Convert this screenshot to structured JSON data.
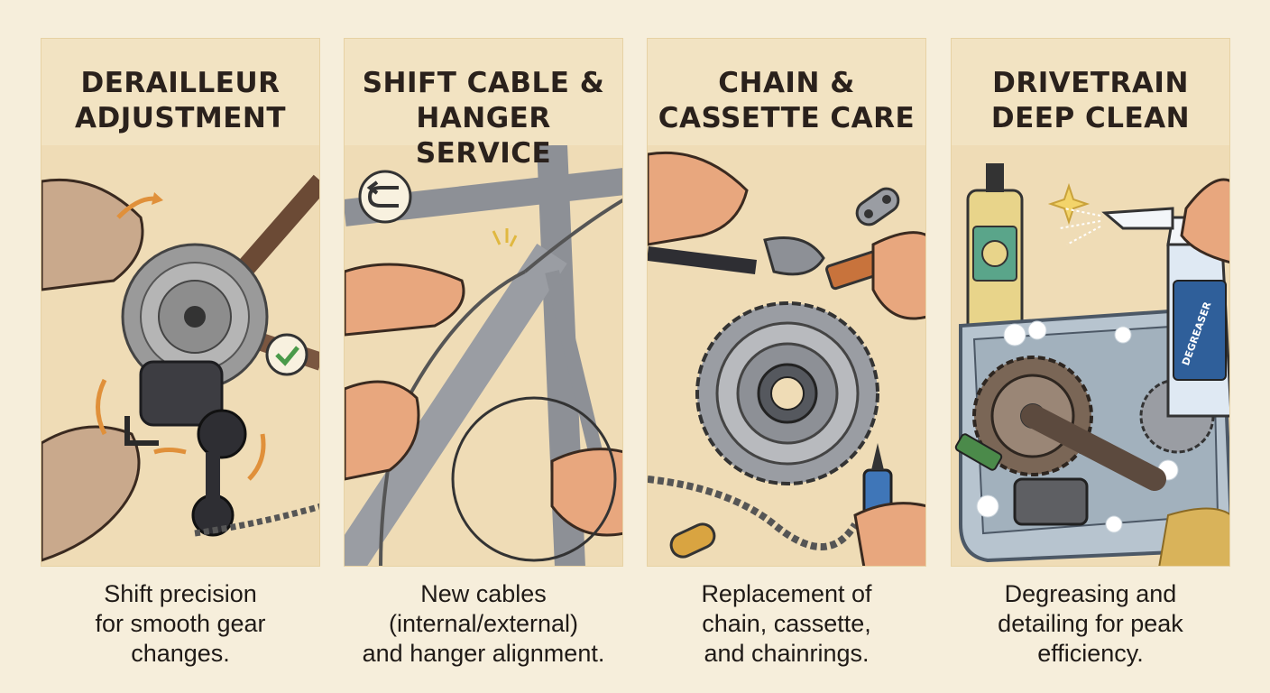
{
  "panels": [
    {
      "title": "DERAILLEUR\nADJUSTMENT",
      "caption": "Shift precision\nfor smooth gear\nchanges.",
      "icons": [
        "gear-icon",
        "wrench-icon",
        "check-icon",
        "arrow-icon"
      ]
    },
    {
      "title": "SHIFT CABLE &\nHANGER SERVICE",
      "caption": "New cables\n(internal/external)\nand hanger alignment.",
      "icons": [
        "u-turn-arrow-icon",
        "cable-icon",
        "bike-frame-icon"
      ]
    },
    {
      "title": "CHAIN &\nCASSETTE CARE",
      "caption": "Replacement of\nchain, cassette,\nand chainrings.",
      "icons": [
        "chain-link-icon",
        "cassette-icon",
        "lube-bottle-icon"
      ]
    },
    {
      "title": "DRIVETRAIN\nDEEP CLEAN",
      "caption": "Degreasing and\ndetailing for peak\nefficiency.",
      "degreaser_label": "DEGREASER",
      "icons": [
        "spray-bottle-icon",
        "sparkle-icon",
        "crankset-icon"
      ]
    }
  ],
  "colors": {
    "background": "#f6eedb",
    "card": "#f2e3c2",
    "text": "#2a211c",
    "accent_orange": "#e0903a",
    "accent_green": "#4a9a4a",
    "metal": "#8d9096"
  }
}
